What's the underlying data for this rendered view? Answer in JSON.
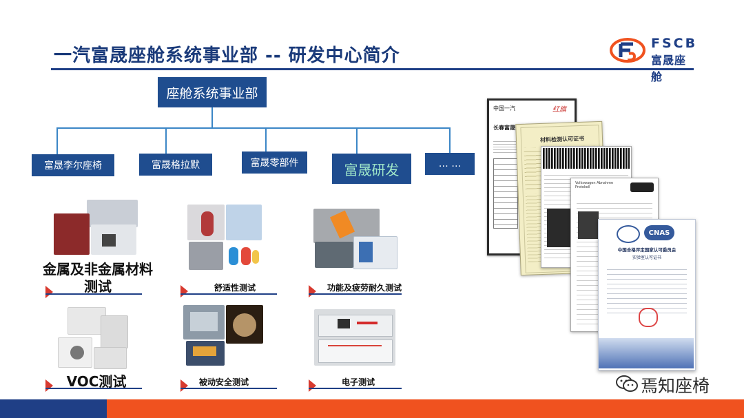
{
  "header": {
    "title": "一汽富晟座舱系统事业部 -- 研发中心简介",
    "logo_en": "FSCB",
    "logo_cn": "富晟座舱"
  },
  "org_chart": {
    "root": "座舱系统事业部",
    "children": [
      "富晟李尔座椅",
      "富晟格拉默",
      "富晟零部件",
      "富晟研发",
      "… …"
    ]
  },
  "tests": {
    "metal": "金属及非金属材料\n测试",
    "comfort": "舒适性测试",
    "function": "功能及疲劳耐久测试",
    "voc": "VOC测试",
    "passive": "被动安全测试",
    "electronic": "电子测试"
  },
  "certificates": {
    "faw_brand": "中国一汽",
    "faw_hongqi": "红旗",
    "faw_partial_title": "长春富晟",
    "material_cert": "材料检测认可证书",
    "vw_caption": "Volkswagen Abnahme Protokoll",
    "cnas_logo": "CNAS",
    "cnas_title": "中国合格评定国家认可委员会",
    "cnas_subtitle": "实验室认可证书"
  },
  "watermark": {
    "text": "焉知座椅"
  }
}
